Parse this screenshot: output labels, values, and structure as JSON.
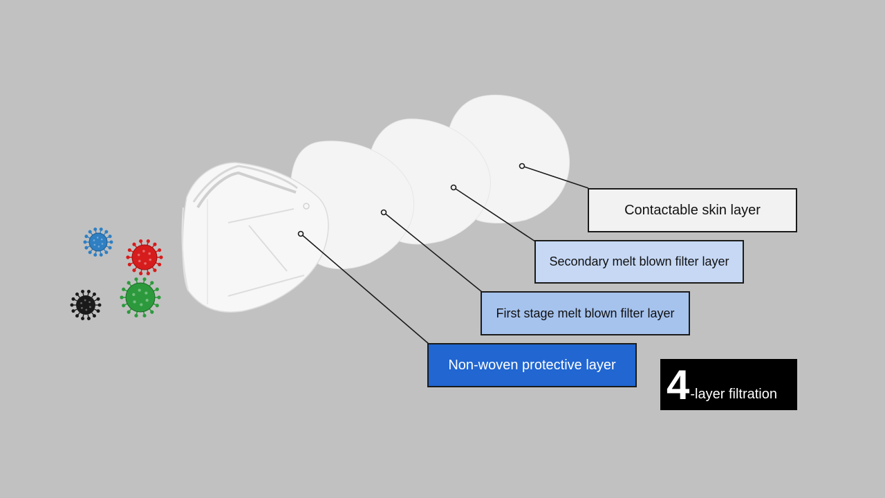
{
  "colors": {
    "background": "#c1c1c1",
    "layer_fill": "#f4f4f4",
    "label_skin": "#f2f2f2",
    "label_secondary": "#c6d8f4",
    "label_first": "#a6c3ee",
    "label_nonwoven": "#2166d1",
    "badge_bg": "#000000",
    "virus_blue": "#2f7fc2",
    "virus_red": "#d61c1c",
    "virus_black": "#1a1a1a",
    "virus_green": "#2c9a3c"
  },
  "labels": {
    "skin": "Contactable skin layer",
    "secondary": "Secondary melt blown filter layer",
    "first": "First stage melt blown filter layer",
    "nonwoven": "Non-woven protective layer"
  },
  "badge": {
    "number": "4",
    "text": "-layer filtration"
  },
  "icons": {
    "virus": "virus-icon",
    "mask": "mask-icon"
  }
}
